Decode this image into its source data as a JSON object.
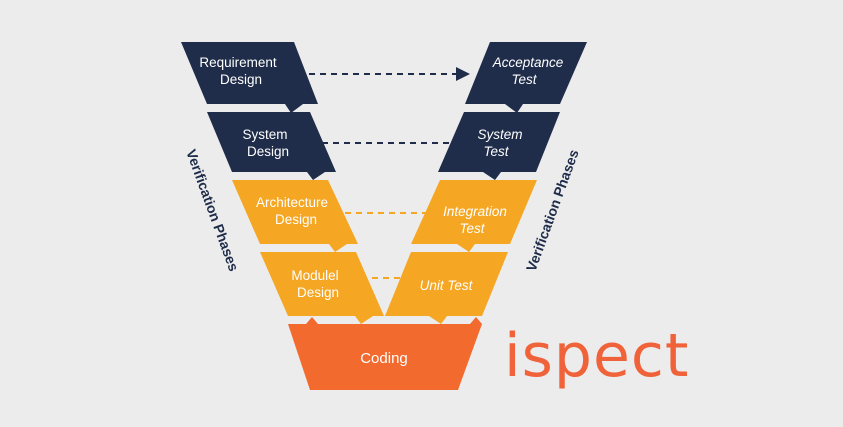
{
  "left_phases": [
    {
      "line1": "Requirement",
      "line2": "Design"
    },
    {
      "line1": "System",
      "line2": "Design"
    },
    {
      "line1": "Architecture",
      "line2": "Design"
    },
    {
      "line1": "Modulel",
      "line2": "Design"
    }
  ],
  "right_phases": [
    {
      "line1": "Acceptance",
      "line2": "Test"
    },
    {
      "line1": "System",
      "line2": "Test"
    },
    {
      "line1": "Integration",
      "line2": "Test"
    },
    {
      "line1": "Unit Test",
      "line2": ""
    }
  ],
  "bottom": {
    "label": "Coding"
  },
  "side_labels": {
    "left": "Verification Phases",
    "right": "Verification Phases"
  },
  "logo": {
    "text": "ispect"
  },
  "colors": {
    "navy": "#1f2d4a",
    "amber": "#f5a623",
    "coding": "#f26a2e",
    "logo": "#f0633a",
    "background": "#ececec"
  }
}
